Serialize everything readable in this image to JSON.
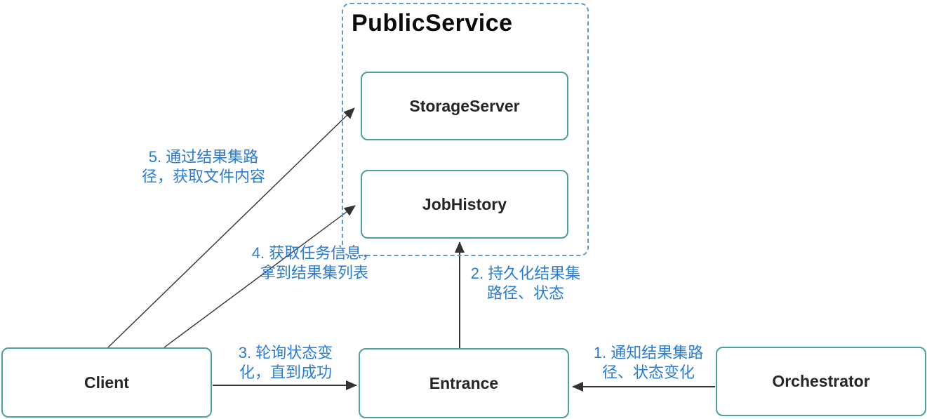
{
  "title": "PublicService",
  "nodes": {
    "storage_server": {
      "label": "StorageServer"
    },
    "job_history": {
      "label": "JobHistory"
    },
    "client": {
      "label": "Client"
    },
    "entrance": {
      "label": "Entrance"
    },
    "orchestrator": {
      "label": "Orchestrator"
    }
  },
  "edges": [
    {
      "id": "1",
      "from": "Orchestrator",
      "to": "Entrance",
      "label_line1": "1. 通知结果集路",
      "label_line2": "径、状态变化"
    },
    {
      "id": "2",
      "from": "Entrance",
      "to": "JobHistory",
      "label_line1": "2. 持久化结果集",
      "label_line2": "路径、状态"
    },
    {
      "id": "3",
      "from": "Client",
      "to": "Entrance",
      "label_line1": "3. 轮询状态变",
      "label_line2": "化，直到成功"
    },
    {
      "id": "4",
      "from": "Client",
      "to": "JobHistory",
      "label_line1": "4. 获取任务信息，",
      "label_line2": "拿到结果集列表"
    },
    {
      "id": "5",
      "from": "Client",
      "to": "StorageServer",
      "label_line1": "5. 通过结果集路",
      "label_line2": "径，获取文件内容"
    }
  ],
  "colors": {
    "container-border": "#5B9BD5",
    "box-border": "#4BA0A0",
    "edge-label": "#2B7CD3",
    "node-text": "#262626",
    "title-text": "#0a0a0a",
    "arrow": "#333333"
  }
}
